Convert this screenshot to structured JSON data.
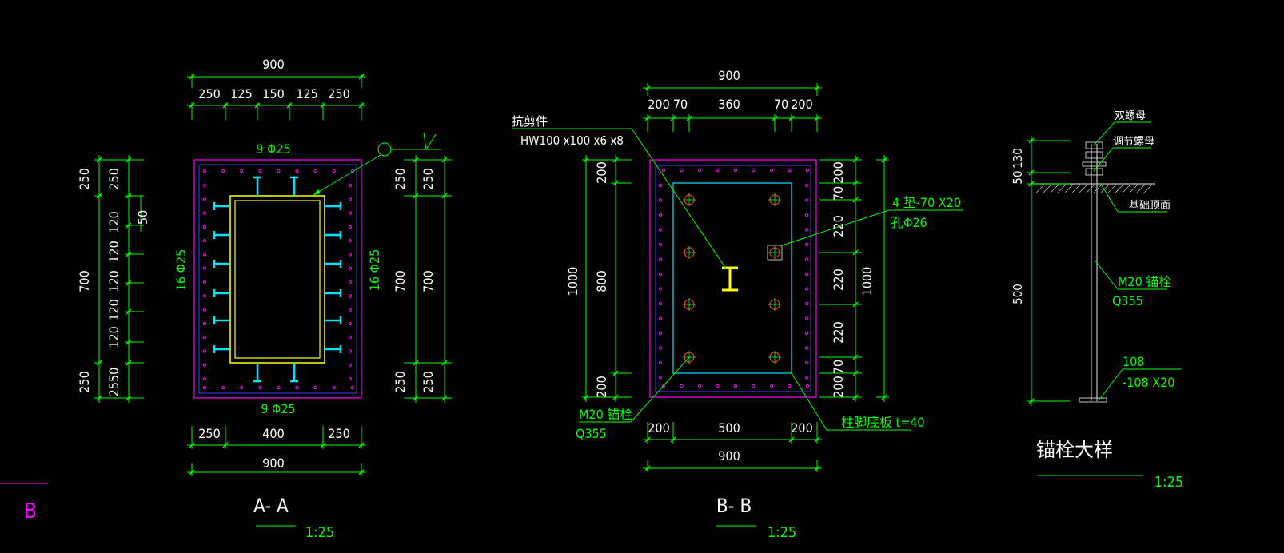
{
  "colors": {
    "background": "#000000",
    "dimension": "#00ff00",
    "text": "#ffffff",
    "green_text": "#00ff00",
    "outline": "#ff00ff",
    "rebar": "#ff00ff",
    "inner_line": "#4040ff",
    "steel_column": "#ffff00",
    "shear_stud": "#00e5ff",
    "anchor_hole": "#ff3030",
    "anchor_rod": "#c0c0c0"
  },
  "side_label": "B",
  "section_aa": {
    "title": "A- A",
    "scale": "1:25",
    "top_total": "900",
    "top_segments": [
      "250",
      "125",
      "150",
      "125",
      "250"
    ],
    "top_rebar": "9 Φ25",
    "bottom_rebar": "9 Φ25",
    "left_rebar": "16 Φ25",
    "right_rebar": "16 Φ25",
    "left_outer_total": "700",
    "left_outer_top": "250",
    "left_outer_bottom": "250",
    "left_inner": [
      "250",
      "120",
      "120",
      "120",
      "120",
      "120",
      "250"
    ],
    "left_inner_extra": "50",
    "left_inner_bottom_pair": "2550",
    "right_inner_total": "700",
    "right_inner_top": "250",
    "right_inner_bottom": "250",
    "right_outer_total": "700",
    "right_outer_top": "250",
    "right_outer_bottom": "250",
    "bottom_segments": [
      "250",
      "400",
      "250"
    ],
    "bottom_total": "900"
  },
  "section_bb": {
    "title": "B- B",
    "scale": "1:25",
    "top_total": "900",
    "top_segments": [
      "200",
      "70",
      "360",
      "70",
      "200"
    ],
    "shear_key_label": "抗剪件",
    "shear_key_spec": "HW100 x100 x6 x8",
    "washer_label": "4 垫-70 X20",
    "hole_label": "孔Φ26",
    "anchor_label": "M20  锚栓",
    "anchor_grade": "Q355",
    "base_plate_label": "柱脚底板  t=40",
    "left_outer_total": "1000",
    "left_inner_total": "800",
    "left_inner_top": "200",
    "left_inner_bottom": "200",
    "right_inner": [
      "200",
      "70",
      "220",
      "220",
      "220",
      "70",
      "200"
    ],
    "right_outer_total": "1000",
    "bottom_segments": [
      "200",
      "500",
      "200"
    ],
    "bottom_total": "900"
  },
  "anchor_detail": {
    "title": "锚栓大样",
    "scale": "1:25",
    "double_nut": "双螺母",
    "adjust_nut": "调节螺母",
    "foundation_top": "基础顶面",
    "bolt": "M20  锚栓",
    "bolt_grade": "Q355",
    "plate_len": "108",
    "plate_spec": "-108 X20",
    "dim_top": "130",
    "dim_mid": "50",
    "dim_long": "500"
  }
}
